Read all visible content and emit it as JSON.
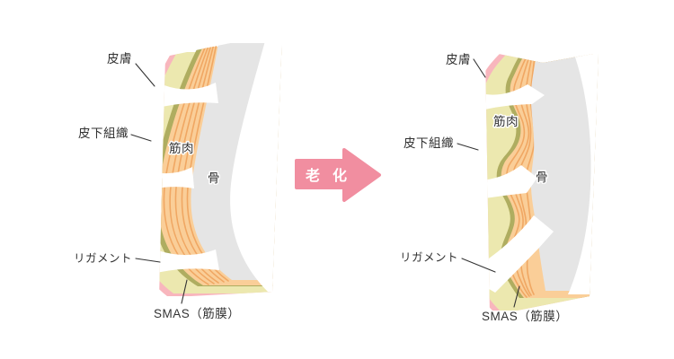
{
  "figure": {
    "type": "before-after facial skin layer anatomy diagram",
    "arrow": {
      "label": "老化"
    },
    "panels": {
      "young": {
        "name": "before-aging",
        "labels": {
          "skin": "皮膚",
          "subcutaneous_tissue": "皮下組織",
          "muscle": "筋肉",
          "bone": "骨",
          "ligament": "リガメント",
          "smas": "SMAS（筋膜）"
        }
      },
      "aged": {
        "name": "after-aging",
        "labels": {
          "skin": "皮膚",
          "subcutaneous_tissue": "皮下組織",
          "muscle": "筋肉",
          "bone": "骨",
          "ligament": "リガメント",
          "smas": "SMAS（筋膜）"
        }
      }
    },
    "colors": {
      "skin": "#F8B6BD",
      "subcutaneous": "#ECE8AF",
      "smas": "#AFAD60",
      "muscle": "#FACE98",
      "muscle_stripe": "#F0A763",
      "bone": "#E5E5E5",
      "ligament": "#FFFFFF",
      "arrow": "#F18EA0",
      "label_text": "#333333",
      "background": "#FFFFFF"
    }
  }
}
